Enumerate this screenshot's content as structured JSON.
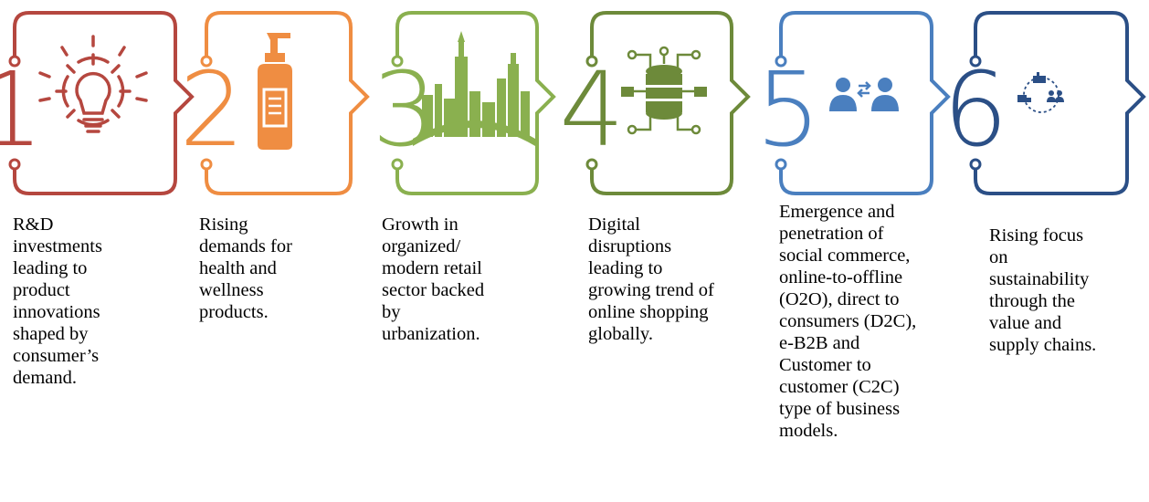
{
  "steps": [
    {
      "number": "1",
      "icon": "lightbulb-gear-icon",
      "color": "#b5473f",
      "lines": [
        "R&D",
        "investments",
        "leading to",
        "product",
        "innovations",
        "shaped by",
        "consumer’s",
        "demand."
      ]
    },
    {
      "number": "2",
      "icon": "soap-dispenser-icon",
      "color": "#ef8d42",
      "lines": [
        "Rising",
        "demands for",
        "health and",
        "wellness",
        "products."
      ]
    },
    {
      "number": "3",
      "icon": "city-skyline-icon",
      "color": "#8ab04f",
      "lines": [
        "Growth in",
        "organized/",
        "modern retail",
        "sector backed",
        "by",
        "urbanization."
      ]
    },
    {
      "number": "4",
      "icon": "database-network-icon",
      "color": "#6d8a3a",
      "lines": [
        "Digital",
        "disruptions",
        "leading to",
        "growing trend of",
        "online shopping",
        "globally."
      ]
    },
    {
      "number": "5",
      "icon": "people-exchange-icon",
      "color": "#4a7fbf",
      "lines": [
        "Emergence and",
        "penetration of",
        "social commerce,",
        "online-to-offline",
        "(O2O), direct to",
        "consumers (D2C),",
        "e-B2B and",
        "Customer to",
        "customer (C2C)",
        "type of business",
        "models."
      ]
    },
    {
      "number": "6",
      "icon": "supply-chain-icon",
      "color": "#2b4f86",
      "lines": [
        "Rising focus",
        "on",
        "sustainability",
        "through the",
        "value and",
        "supply chains."
      ]
    }
  ]
}
